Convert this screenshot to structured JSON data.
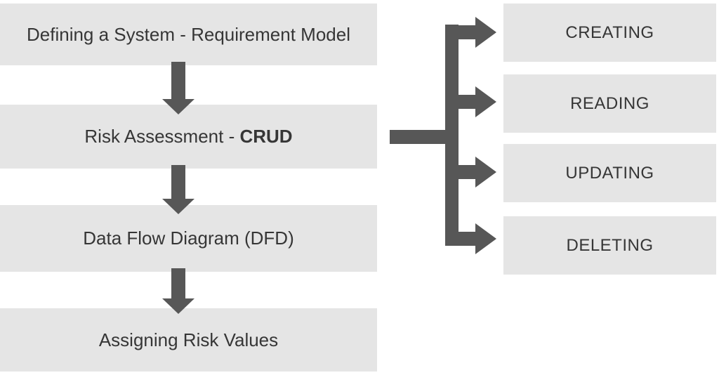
{
  "diagram": {
    "steps": [
      {
        "label": "Defining a System - Requirement Model"
      },
      {
        "prefix": "Risk Assessment - ",
        "bold": "CRUD"
      },
      {
        "label": "Data Flow Diagram (DFD)"
      },
      {
        "label": "Assigning Risk Values"
      }
    ],
    "operations": [
      {
        "label": "CREATING"
      },
      {
        "label": "READING"
      },
      {
        "label": "UPDATING"
      },
      {
        "label": "DELETING"
      }
    ],
    "colors": {
      "background": "#ffffff",
      "box_fill": "#e5e5e5",
      "connector": "#575757",
      "text": "#363636"
    }
  }
}
